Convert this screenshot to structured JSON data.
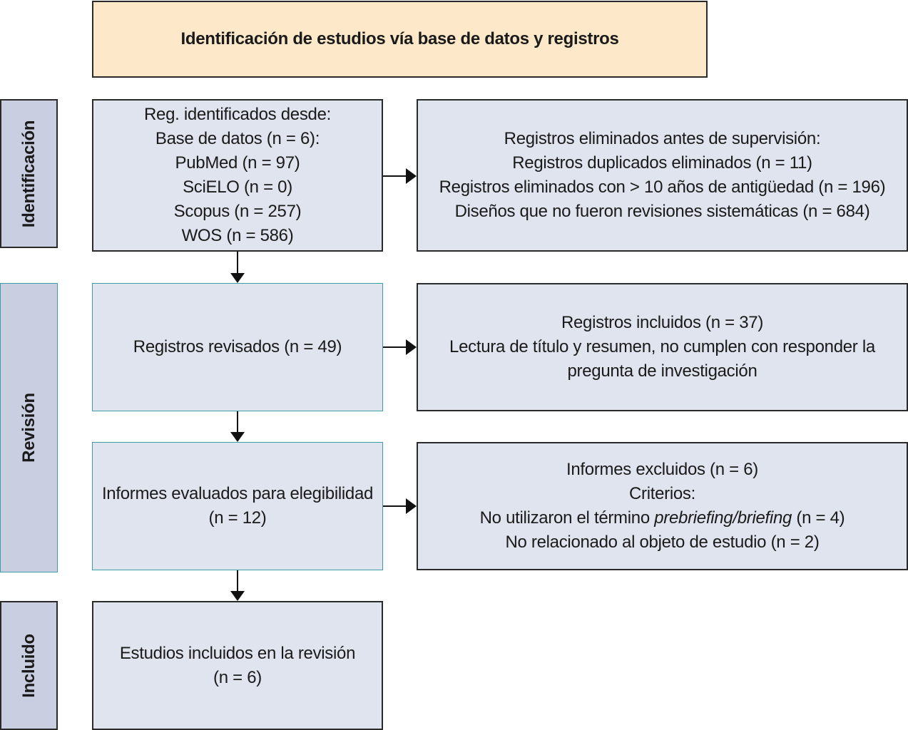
{
  "header": {
    "title": "Identificación de estudios vía base de datos y registros"
  },
  "stages": {
    "identificacion": "Identificación",
    "revision": "Revisión",
    "incluido": "Incluido"
  },
  "boxes": {
    "identified": {
      "lines": [
        "Reg. identificados desde:",
        "Base de datos (n = 6):",
        "PubMed (n = 97)",
        "SciELO (n = 0)",
        "Scopus (n = 257)",
        "WOS (n = 586)"
      ]
    },
    "removed": {
      "lines": [
        "Registros eliminados antes de supervisión:",
        "Registros duplicados eliminados (n = 11)",
        "Registros eliminados con > 10 años de antigüedad (n = 196)",
        "Diseños que no fueron revisiones sistemáticas (n = 684)"
      ]
    },
    "screened": {
      "lines": [
        "Registros revisados (n = 49)"
      ]
    },
    "screen_excluded": {
      "lines": [
        "Registros incluidos (n = 37)",
        "Lectura de título y resumen, no cumplen con responder la",
        "pregunta de investigación"
      ]
    },
    "eligibility": {
      "lines": [
        "Informes evaluados para elegibilidad",
        "(n = 12)"
      ]
    },
    "reports_excluded": {
      "line1": "Informes excluidos (n = 6)",
      "line2": "Criterios:",
      "line3_prefix": "No utilizaron el término ",
      "line3_italic": "prebriefing/briefing",
      "line3_suffix": " (n = 4)",
      "line4": "No relacionado al objeto de estudio (n = 2)"
    },
    "included": {
      "lines": [
        "Estudios incluidos en la revisión",
        "(n = 6)"
      ]
    }
  }
}
